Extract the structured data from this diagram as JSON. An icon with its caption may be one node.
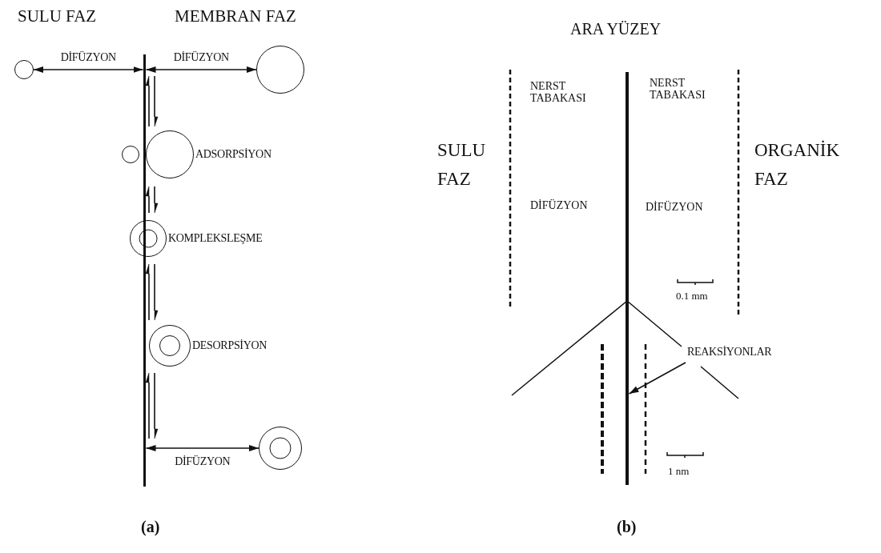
{
  "diagram": {
    "nodes": [
      {
        "text": [],
        "shape": "bar"
      },
      {
        "text": [],
        "shape": "circle"
      },
      {
        "text": [],
        "shape": "circle"
      },
      {
        "text": [],
        "shape": "circle"
      },
      {
        "text": [],
        "shape": "circle",
        "beside": [
          "ADSORPSİYON"
        ]
      },
      {
        "text": [],
        "shape": "ring",
        "beside": [
          "KOMPLEKSLEŞME"
        ]
      },
      {
        "text": [],
        "shape": "ring",
        "beside": [
          "DESORPSİYON"
        ]
      },
      {
        "text": [],
        "shape": "ring"
      },
      {
        "text": [],
        "shape": "bar"
      },
      {
        "text": [
          "REAKSİYONLAR"
        ]
      }
    ],
    "edges": [
      {
        "from": 1,
        "to": 0,
        "arrow": "both",
        "label": "DİFÜZYON"
      },
      {
        "from": 0,
        "to": 2,
        "arrow": "both",
        "label": "DİFÜZYON"
      },
      {
        "from": 0,
        "to": 7,
        "arrow": "both",
        "label": "DİFÜZYON"
      },
      {
        "from": 9,
        "to": 8,
        "arrow": "to"
      }
    ],
    "labels": [
      "SULU FAZ",
      "MEMBRAN FAZ",
      "ARA YÜZEY",
      "NERST TABAKASI",
      "NERST TABAKASI",
      "SULU FAZ",
      "ORGANİK FAZ",
      "DİFÜZYON",
      "DİFÜZYON",
      "0.1 mm",
      "1 nm",
      "(a)",
      "(b)"
    ]
  }
}
